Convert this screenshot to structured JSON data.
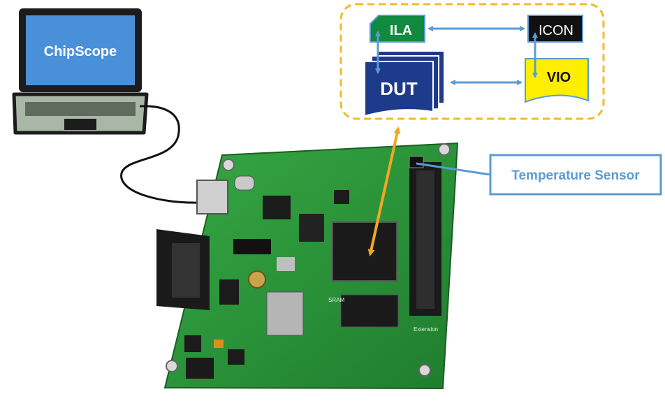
{
  "laptop": {
    "screen_label": "ChipScope"
  },
  "blocks": {
    "ila": "ILA",
    "icon": "ICON",
    "dut": "DUT",
    "vio": "VIO"
  },
  "callout": {
    "label": "Temperature Sensor"
  },
  "board_silkscreen": {
    "sram": "SRAM",
    "extension": "Extension"
  },
  "colors": {
    "laptop_screen": "#4a90d9",
    "laptop_body": "#a8b7a6",
    "ila": "#0f8a3f",
    "icon": "#111111",
    "dut": "#1e3a8a",
    "vio": "#ffee00",
    "arrow_blue": "#5b9bd5",
    "arrow_orange": "#f5a623",
    "dash_border": "#f5b829",
    "board": "#2c9a3a"
  }
}
